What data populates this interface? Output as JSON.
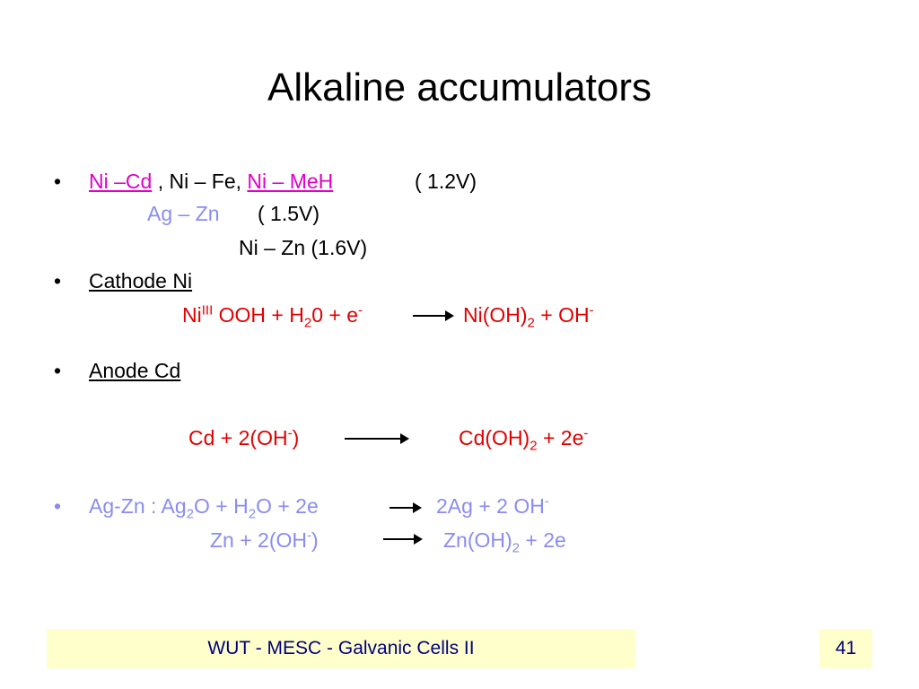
{
  "slide": {
    "title": "Alkaline accumulators",
    "bullet_glyph": "•"
  },
  "item1": {
    "a": "Ni –Cd",
    "b": " , Ni – Fe, ",
    "c": "Ni – MeH",
    "d": "( 1.2V)",
    "agzn": "Ag – Zn",
    "agzn_v": "( 1.5V)",
    "nizn": "Ni – Zn  (1.6V)"
  },
  "cathode": {
    "heading": "Cathode  Ni",
    "ni": "Ni",
    "ni_sup": "III",
    "mid": " OOH + H",
    "h_sub": "2",
    "rest": "0 + e",
    "e_sup": "-",
    "prod": "Ni(OH)",
    "prod_sub": "2",
    "prod_rest": " + OH",
    "oh_sup": "-"
  },
  "anode": {
    "heading": "Anode Cd",
    "lhs": "Cd + 2(OH",
    "lhs_sup": "-",
    "lhs_close": ")",
    "prod": "Cd(OH)",
    "prod_sub": "2",
    "prod_rest": " + 2e",
    "e_sup": "-"
  },
  "agzn": {
    "lead": "Ag-Zn : Ag",
    "s1": "2",
    "p1": "O + H",
    "s2": "2",
    "p2": "O + 2e",
    "prod": "2Ag + 2 OH",
    "prod_sup": "-",
    "zn": "Zn + 2(OH",
    "zn_sup": "-",
    "zn_close": ")",
    "zn_prod": "Zn(OH)",
    "zn_sub": "2",
    "zn_rest": " + 2e"
  },
  "footer": {
    "text": "WUT - MESC - Galvanic Cells II",
    "page": "41"
  },
  "colors": {
    "magenta": "#e000c8",
    "red": "#e00000",
    "blue": "#8a8cf0",
    "footer_bg": "#ffffcc",
    "footer_text": "#00007a"
  }
}
